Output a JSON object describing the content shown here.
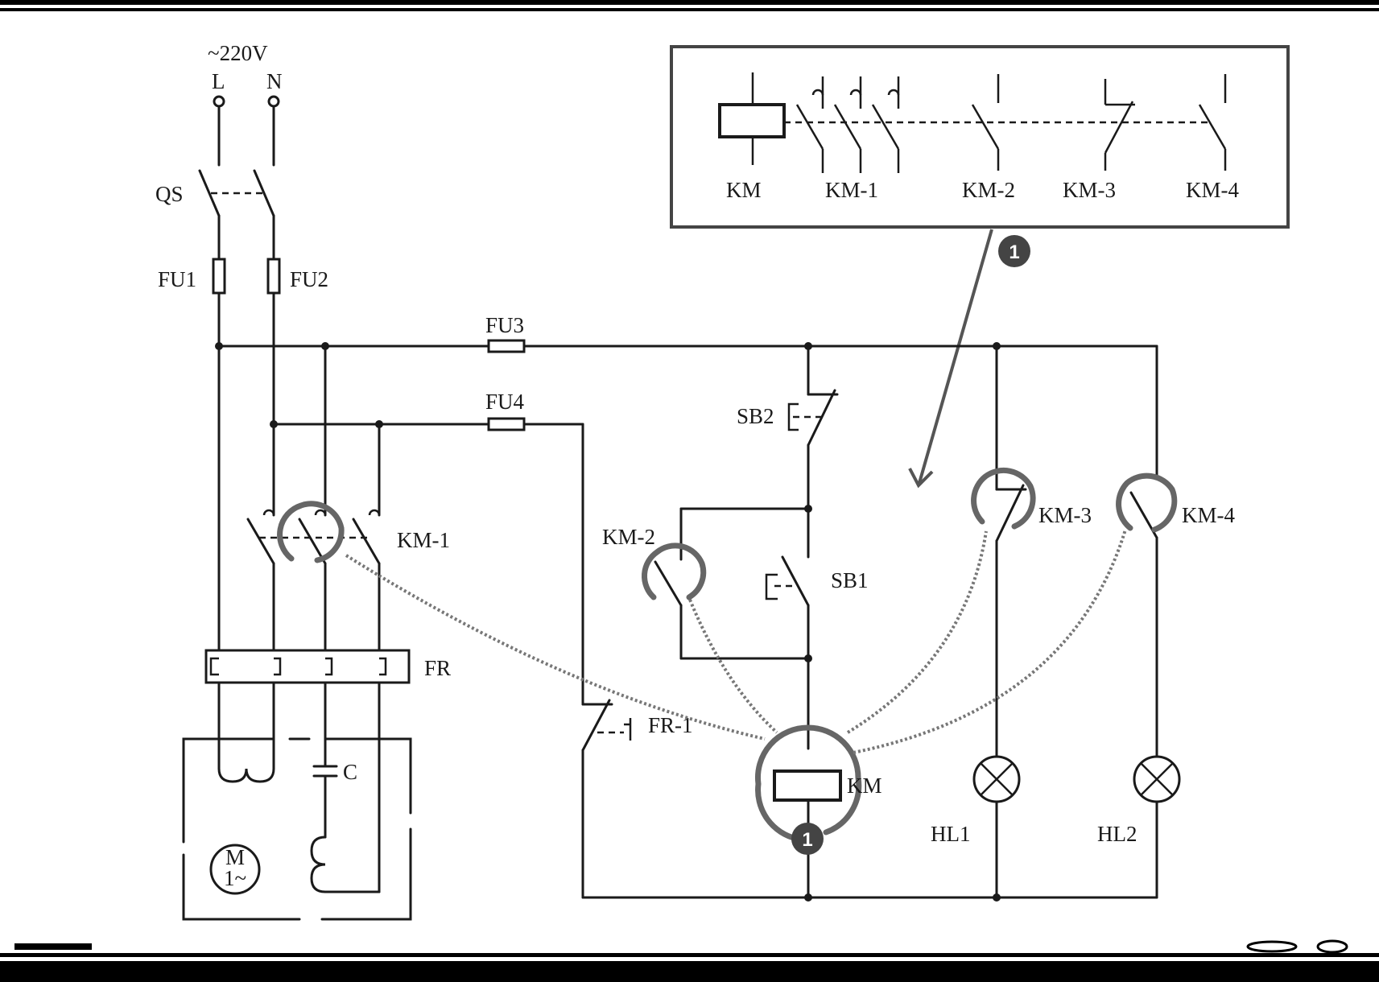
{
  "supply": {
    "voltage": "~220V",
    "line": "L",
    "neutral": "N"
  },
  "labels": {
    "qs": "QS",
    "fu1": "FU1",
    "fu2": "FU2",
    "fu3": "FU3",
    "fu4": "FU4",
    "km1": "KM-1",
    "fr": "FR",
    "c": "C",
    "motor_m": "M",
    "motor_phase": "1~",
    "fr1": "FR-1",
    "sb2": "SB2",
    "sb1": "SB1",
    "km2": "KM-2",
    "km3": "KM-3",
    "km4": "KM-4",
    "km": "KM",
    "hl1": "HL1",
    "hl2": "HL2"
  },
  "legend": {
    "items": [
      "KM",
      "KM-1",
      "KM-2",
      "KM-3",
      "KM-4"
    ]
  },
  "callout": {
    "number": "1"
  },
  "colors": {
    "ink": "#1a1a1a",
    "highlight": "#666666",
    "link": "#777777",
    "badge": "#444444"
  }
}
